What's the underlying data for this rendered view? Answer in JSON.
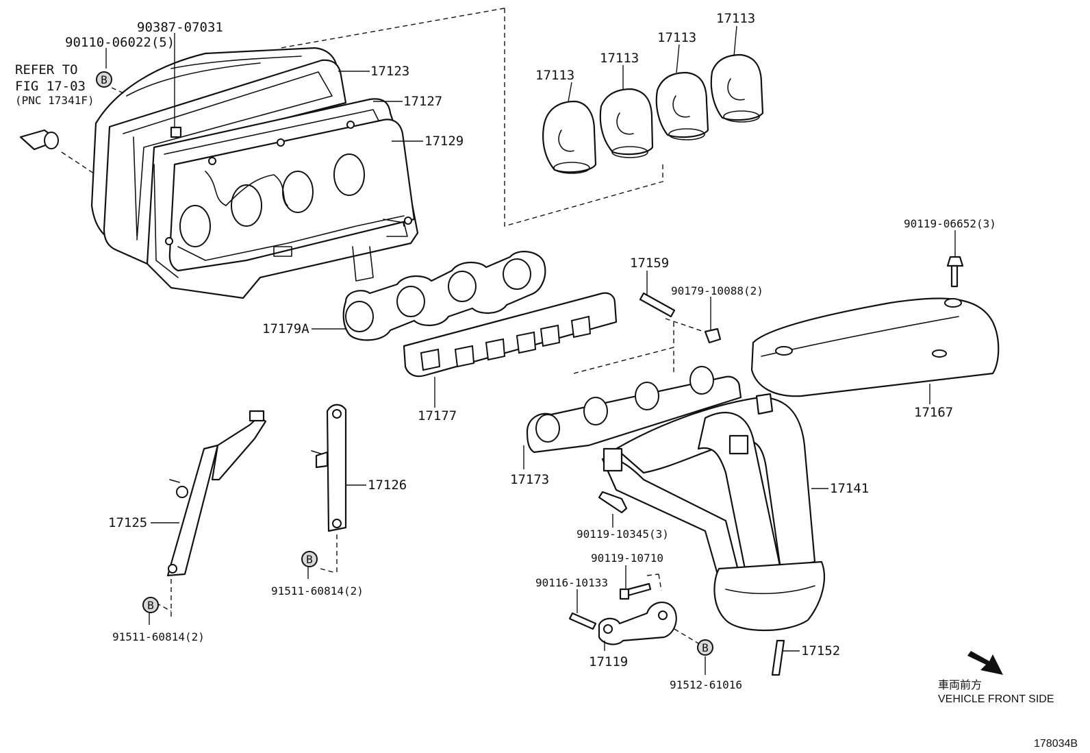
{
  "figure_id": "178034B",
  "refer_note": {
    "line1": "REFER TO",
    "line2": "FIG 17-03",
    "line3": "(PNC 17341F)"
  },
  "direction_note": {
    "jp": "車両前方",
    "en": "VEHICLE FRONT SIDE"
  },
  "b_symbol": "B",
  "parts": {
    "p90387": "90387-07031",
    "p90110": "90110-06022(5)",
    "p17123": "17123",
    "p17127": "17127",
    "p17129": "17129",
    "p17113a": "17113",
    "p17113b": "17113",
    "p17113c": "17113",
    "p17113d": "17113",
    "p90119_06652": "90119-06652(3)",
    "p17159": "17159",
    "p90179": "90179-10088(2)",
    "p17179A": "17179A",
    "p17177": "17177",
    "p17167": "17167",
    "p17173": "17173",
    "p17141": "17141",
    "p17126": "17126",
    "p17125": "17125",
    "p90119_10345": "90119-10345(3)",
    "p90119_10710": "90119-10710",
    "p90116": "90116-10133",
    "p17152": "17152",
    "p17119": "17119",
    "p91511a": "91511-60814(2)",
    "p91511b": "91511-60814(2)",
    "p91512": "91512-61016"
  }
}
